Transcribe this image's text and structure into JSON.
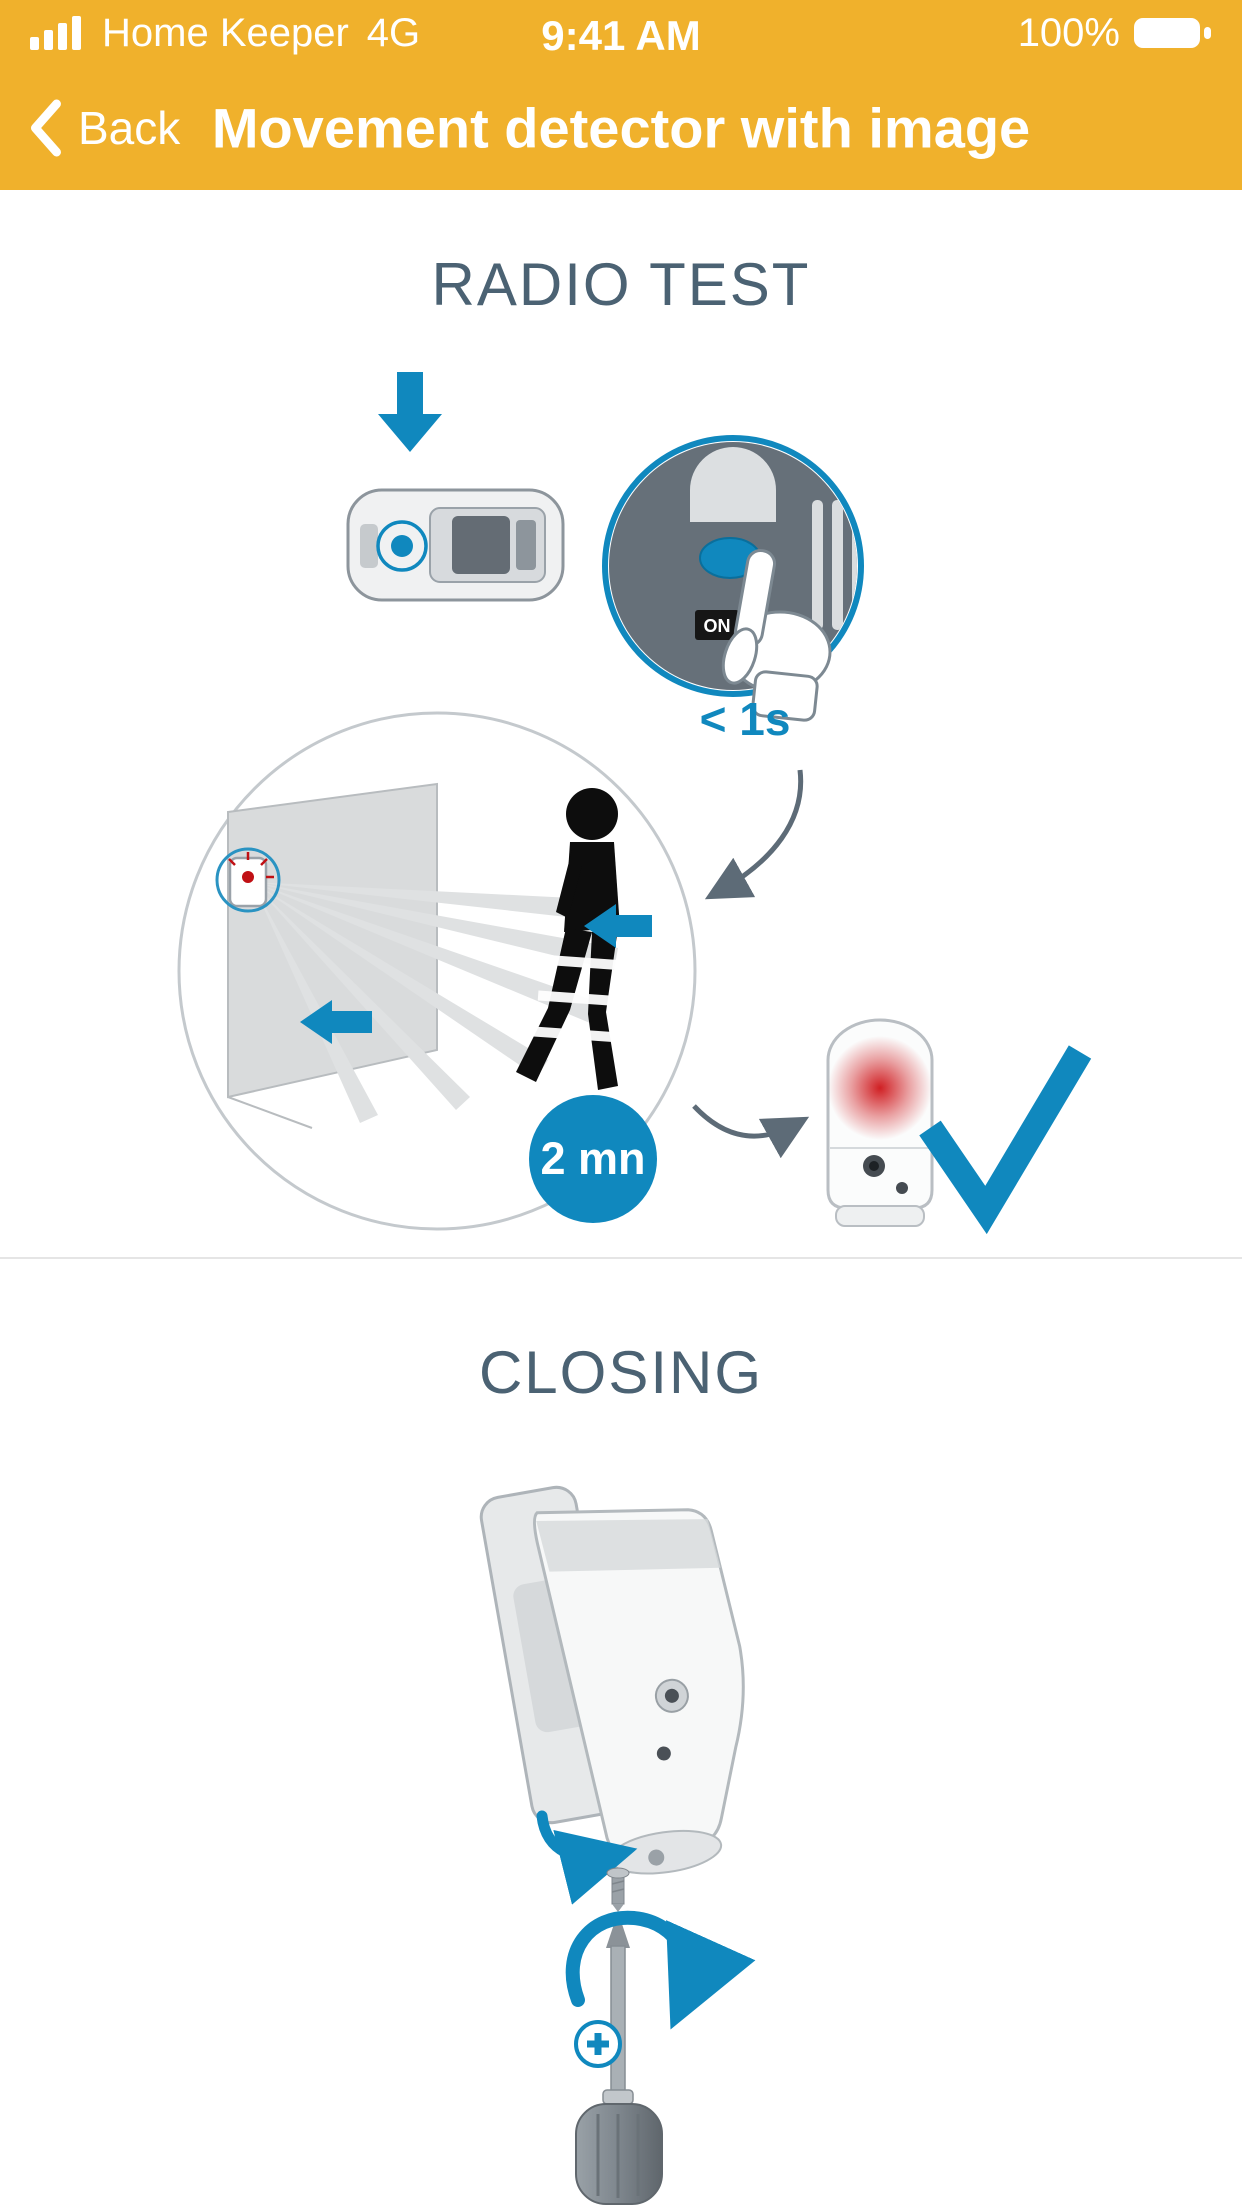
{
  "status_bar": {
    "carrier": "Home Keeper",
    "network": "4G",
    "time": "9:41 AM",
    "battery_percent": "100%"
  },
  "nav_bar": {
    "back_label": "Back",
    "title": "Movement detector with image"
  },
  "sections": {
    "radio_test": {
      "title": "RADIO TEST",
      "press_duration": "< 1s",
      "test_duration": "2 mn",
      "button_label": "ON"
    },
    "closing": {
      "title": "CLOSING"
    }
  },
  "colors": {
    "header_background": "#F0B12C",
    "accent_blue": "#1088BE",
    "heading_text": "#4B6273",
    "alert_red": "#CE1418"
  }
}
